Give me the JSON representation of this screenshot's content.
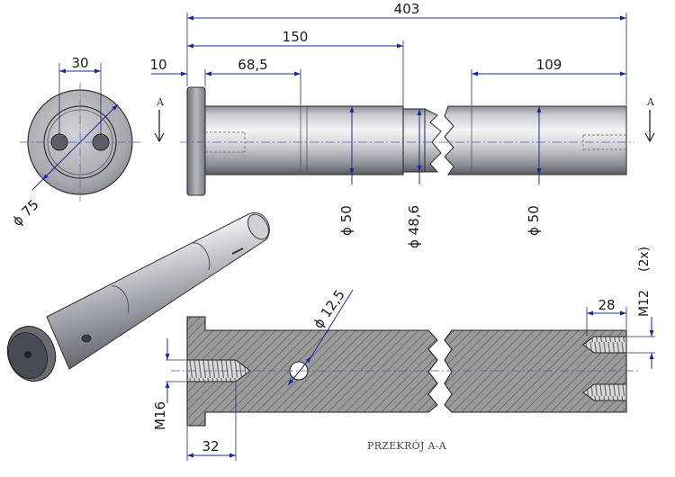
{
  "drawing": {
    "dimensions": {
      "overall_length": "403",
      "length_150": "150",
      "flange_thickness": "10",
      "length_68_5": "68,5",
      "length_109": "109",
      "bolt_spacing": "30",
      "flange_diameter": "ϕ 75",
      "shaft_diameter_1": "ϕ 50",
      "groove_diameter": "ϕ 48,6",
      "shaft_diameter_2": "ϕ 50",
      "cross_hole_diameter": "ϕ 12,5",
      "left_thread": "M16",
      "left_thread_depth": "32",
      "right_thread": "M12",
      "right_thread_count": "(2x)",
      "right_thread_depth": "28"
    },
    "section_marker_left": "A",
    "section_marker_right": "A",
    "section_caption": "PRZEKRÓJ A-A"
  },
  "colors": {
    "dimension_line": "#1a2a9a",
    "steel_light": "#e4e4e8",
    "steel_dark": "#6a6a72",
    "section_fill": "#7a7a7a"
  }
}
